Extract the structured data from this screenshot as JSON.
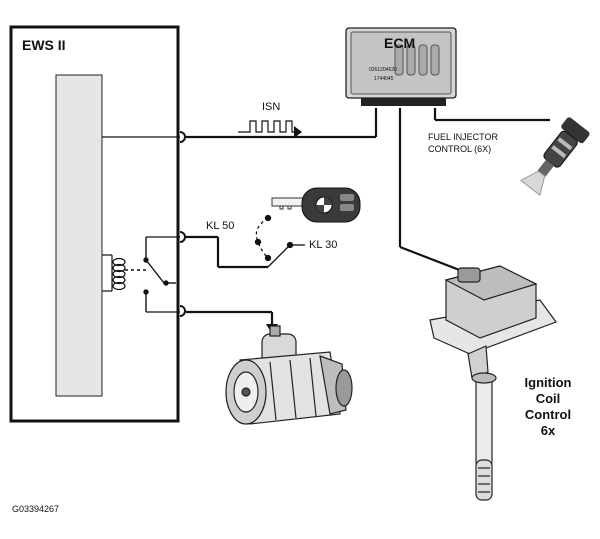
{
  "module": {
    "title": "EWS II"
  },
  "ecm": {
    "label": "ECM",
    "code_line1": "0261204620",
    "code_line2": "1744045"
  },
  "signals": {
    "isn": "ISN",
    "injector_line1": "FUEL INJECTOR",
    "injector_line2": "CONTROL (6X)",
    "kl50": "KL 50",
    "kl30": "KL 30"
  },
  "coil": {
    "line1": "Ignition",
    "line2": "Coil",
    "line3": "Control",
    "line4": "6x"
  },
  "figure_id": "G03394267"
}
